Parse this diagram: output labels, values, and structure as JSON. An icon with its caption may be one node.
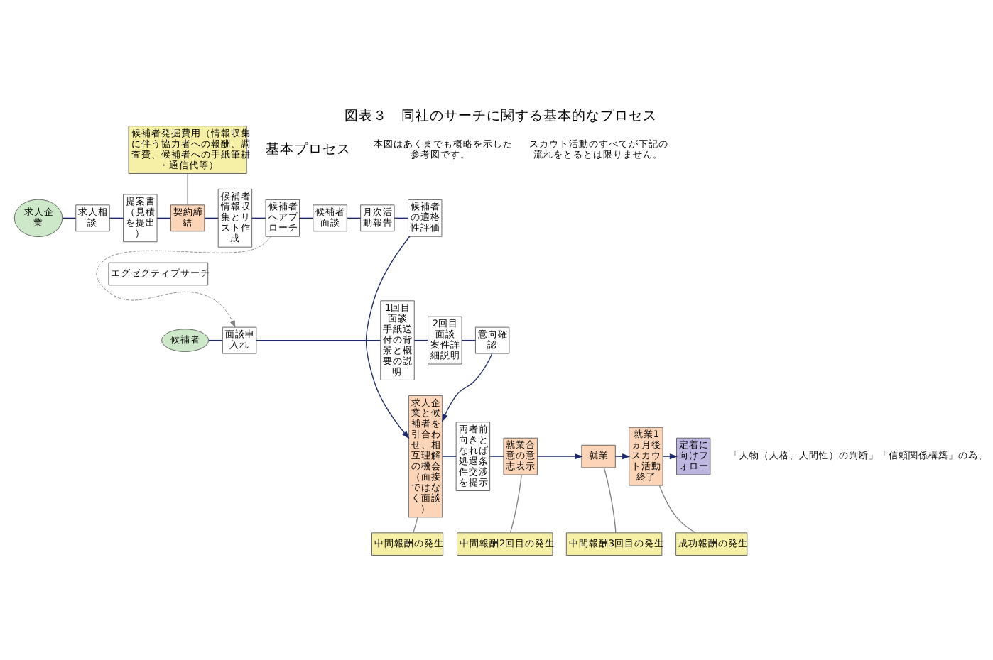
{
  "diagram": {
    "title": "図表３　同社のサーチに関する基本的なプロセス",
    "nodes": [
      {
        "text": [
          "求人企業"
        ]
      },
      {
        "text": [
          "求人相談"
        ]
      },
      {
        "text": [
          "提案書（見積を提出）"
        ]
      },
      {
        "text": [
          "契約締結"
        ]
      },
      {
        "text": [
          "候補者情報収集とリスト作成"
        ]
      },
      {
        "text": [
          "候補者へアプローチ"
        ]
      },
      {
        "text": [
          "候補者面談"
        ]
      },
      {
        "text": [
          "月次活動報告"
        ]
      },
      {
        "text": [
          "候補者の適格性評価"
        ]
      },
      {
        "text": [
          "候補者発掘費用（情報収集に伴う協力者への報酬、調査費、候補者への手紙筆耕・通信代等）"
        ]
      },
      {
        "text": [
          "エグゼクティブサーチ"
        ]
      },
      {
        "text": [
          "候補者"
        ]
      },
      {
        "text": [
          "面談申入れ"
        ]
      },
      {
        "text": [
          "1回目面談",
          "手紙送付の背景と概要の説明"
        ]
      },
      {
        "text": [
          "2回目面談",
          "案件詳細説明"
        ]
      },
      {
        "text": [
          "意向確認"
        ]
      },
      {
        "text": [
          "求人企業と候補者を引合わせ、相互理解の機会（面接ではなく面談）"
        ]
      },
      {
        "text": [
          "両者前向きとなれば処遇条件交渉を提示"
        ]
      },
      {
        "text": [
          "就業合意の意志表示"
        ]
      },
      {
        "text": [
          "就業"
        ]
      },
      {
        "text": [
          "就業1ヵ月後スカウト活動終了"
        ]
      },
      {
        "text": [
          "定着に向けフォロー"
        ]
      },
      {
        "text": [
          "中間報酬の発生"
        ]
      },
      {
        "text": [
          "中間報酬2回目の発生"
        ]
      },
      {
        "text": [
          "中間報酬3回目の発生"
        ]
      },
      {
        "text": [
          "成功報酬の発生"
        ]
      }
    ],
    "edges": [
      {
        "from": 0,
        "to": 1,
        "arrow": "none"
      },
      {
        "from": 1,
        "to": 2,
        "arrow": "none"
      },
      {
        "from": 2,
        "to": 3,
        "arrow": "none"
      },
      {
        "from": 3,
        "to": 4,
        "arrow": "none"
      },
      {
        "from": 4,
        "to": 5,
        "arrow": "none"
      },
      {
        "from": 5,
        "to": 6,
        "arrow": "none"
      },
      {
        "from": 6,
        "to": 7,
        "arrow": "none"
      },
      {
        "from": 7,
        "to": 8,
        "arrow": "none"
      },
      {
        "from": 8,
        "to": 16,
        "arrow": "to"
      },
      {
        "from": 11,
        "to": 12,
        "arrow": "none"
      },
      {
        "from": 12,
        "to": 13,
        "arrow": "none"
      },
      {
        "from": 13,
        "to": 14,
        "arrow": "none"
      },
      {
        "from": 14,
        "to": 15,
        "arrow": "none"
      },
      {
        "from": 15,
        "to": 16,
        "arrow": "to"
      },
      {
        "from": 16,
        "to": 17,
        "arrow": "none"
      },
      {
        "from": 17,
        "to": 18,
        "arrow": "none"
      },
      {
        "from": 18,
        "to": 19,
        "arrow": "to"
      },
      {
        "from": 19,
        "to": 20,
        "arrow": "to"
      },
      {
        "from": 20,
        "to": 21,
        "arrow": "to"
      },
      {
        "from": 5,
        "to": 12,
        "arrow": "to",
        "style": "dashed",
        "color": "#808080"
      },
      {
        "from": 9,
        "to": 3,
        "arrow": "none",
        "color": "#808080"
      },
      {
        "from": 22,
        "to": 16,
        "arrow": "none",
        "color": "#808080"
      },
      {
        "from": 23,
        "to": 18,
        "arrow": "none",
        "color": "#808080"
      },
      {
        "from": 24,
        "to": 19,
        "arrow": "none",
        "color": "#808080"
      },
      {
        "from": 25,
        "to": 20,
        "arrow": "none",
        "color": "#808080"
      }
    ],
    "labels": [
      "基本プロセス",
      "本図はあくまでも概略を示した参考図です。",
      "スカウト活動のすべてが下記の流れをとるとは限りません。",
      "「人物（人格、人間性）の判断」「信頼関係構築」の為、"
    ]
  }
}
